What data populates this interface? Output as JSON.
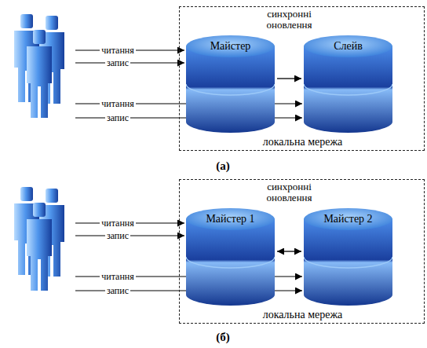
{
  "diagram": {
    "nodes": [
      {
        "text": [
          "локальна мережа"
        ]
      },
      {
        "text": [
          "Майстер"
        ],
        "in": 0
      },
      {
        "text": [
          "Слейв"
        ],
        "in": 0
      },
      {
        "text": [
          "локальна мережа"
        ]
      },
      {
        "text": [
          "Майстер 1"
        ],
        "in": 3
      },
      {
        "text": [
          "Майстер 2"
        ],
        "in": 3
      }
    ],
    "edges": [
      {
        "from": 1,
        "to": 2,
        "arrow": "to",
        "label": "синхронні оновлення"
      },
      {
        "from": 4,
        "to": 5,
        "arrow": "both",
        "label": "синхронні оновлення"
      }
    ],
    "labels": [
      "читання",
      "запис",
      "читання",
      "запис",
      "(а)",
      "читання",
      "запис",
      "читання",
      "запис",
      "(б)"
    ]
  }
}
